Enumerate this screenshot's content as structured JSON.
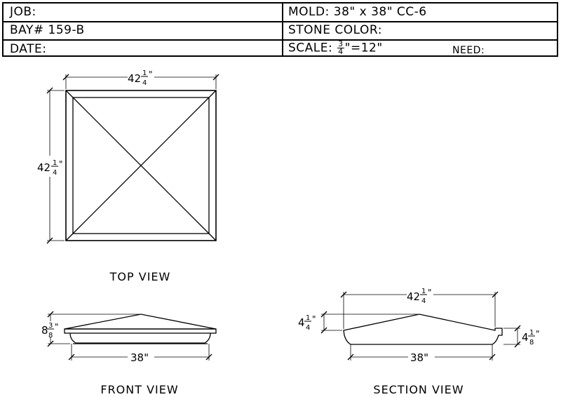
{
  "header": {
    "job_label": "JOB:",
    "bay_label": "BAY#",
    "bay_value": "159-B",
    "date_label": "DATE:",
    "mold_label": "MOLD:",
    "mold_value": "38\" x 38\" CC-6",
    "stone_color_label": "STONE COLOR:",
    "scale_label": "SCALE:",
    "scale_num": "3",
    "scale_den": "4",
    "scale_rest": "\"=12\"",
    "need_label": "NEED:"
  },
  "views": {
    "top": {
      "caption": "TOP VIEW",
      "width_whole": "42",
      "width_num": "1",
      "width_den": "4",
      "height_whole": "42",
      "height_num": "1",
      "height_den": "4"
    },
    "front": {
      "caption": "FRONT VIEW",
      "base_width": "38\"",
      "height_whole": "8",
      "height_num": "3",
      "height_den": "8"
    },
    "section": {
      "caption": "SECTION VIEW",
      "width_whole": "42",
      "width_num": "1",
      "width_den": "4",
      "base_width": "38\"",
      "left_whole": "4",
      "left_num": "1",
      "left_den": "4",
      "right_whole": "4",
      "right_num": "1",
      "right_den": "8"
    }
  },
  "inch_mark": "\""
}
